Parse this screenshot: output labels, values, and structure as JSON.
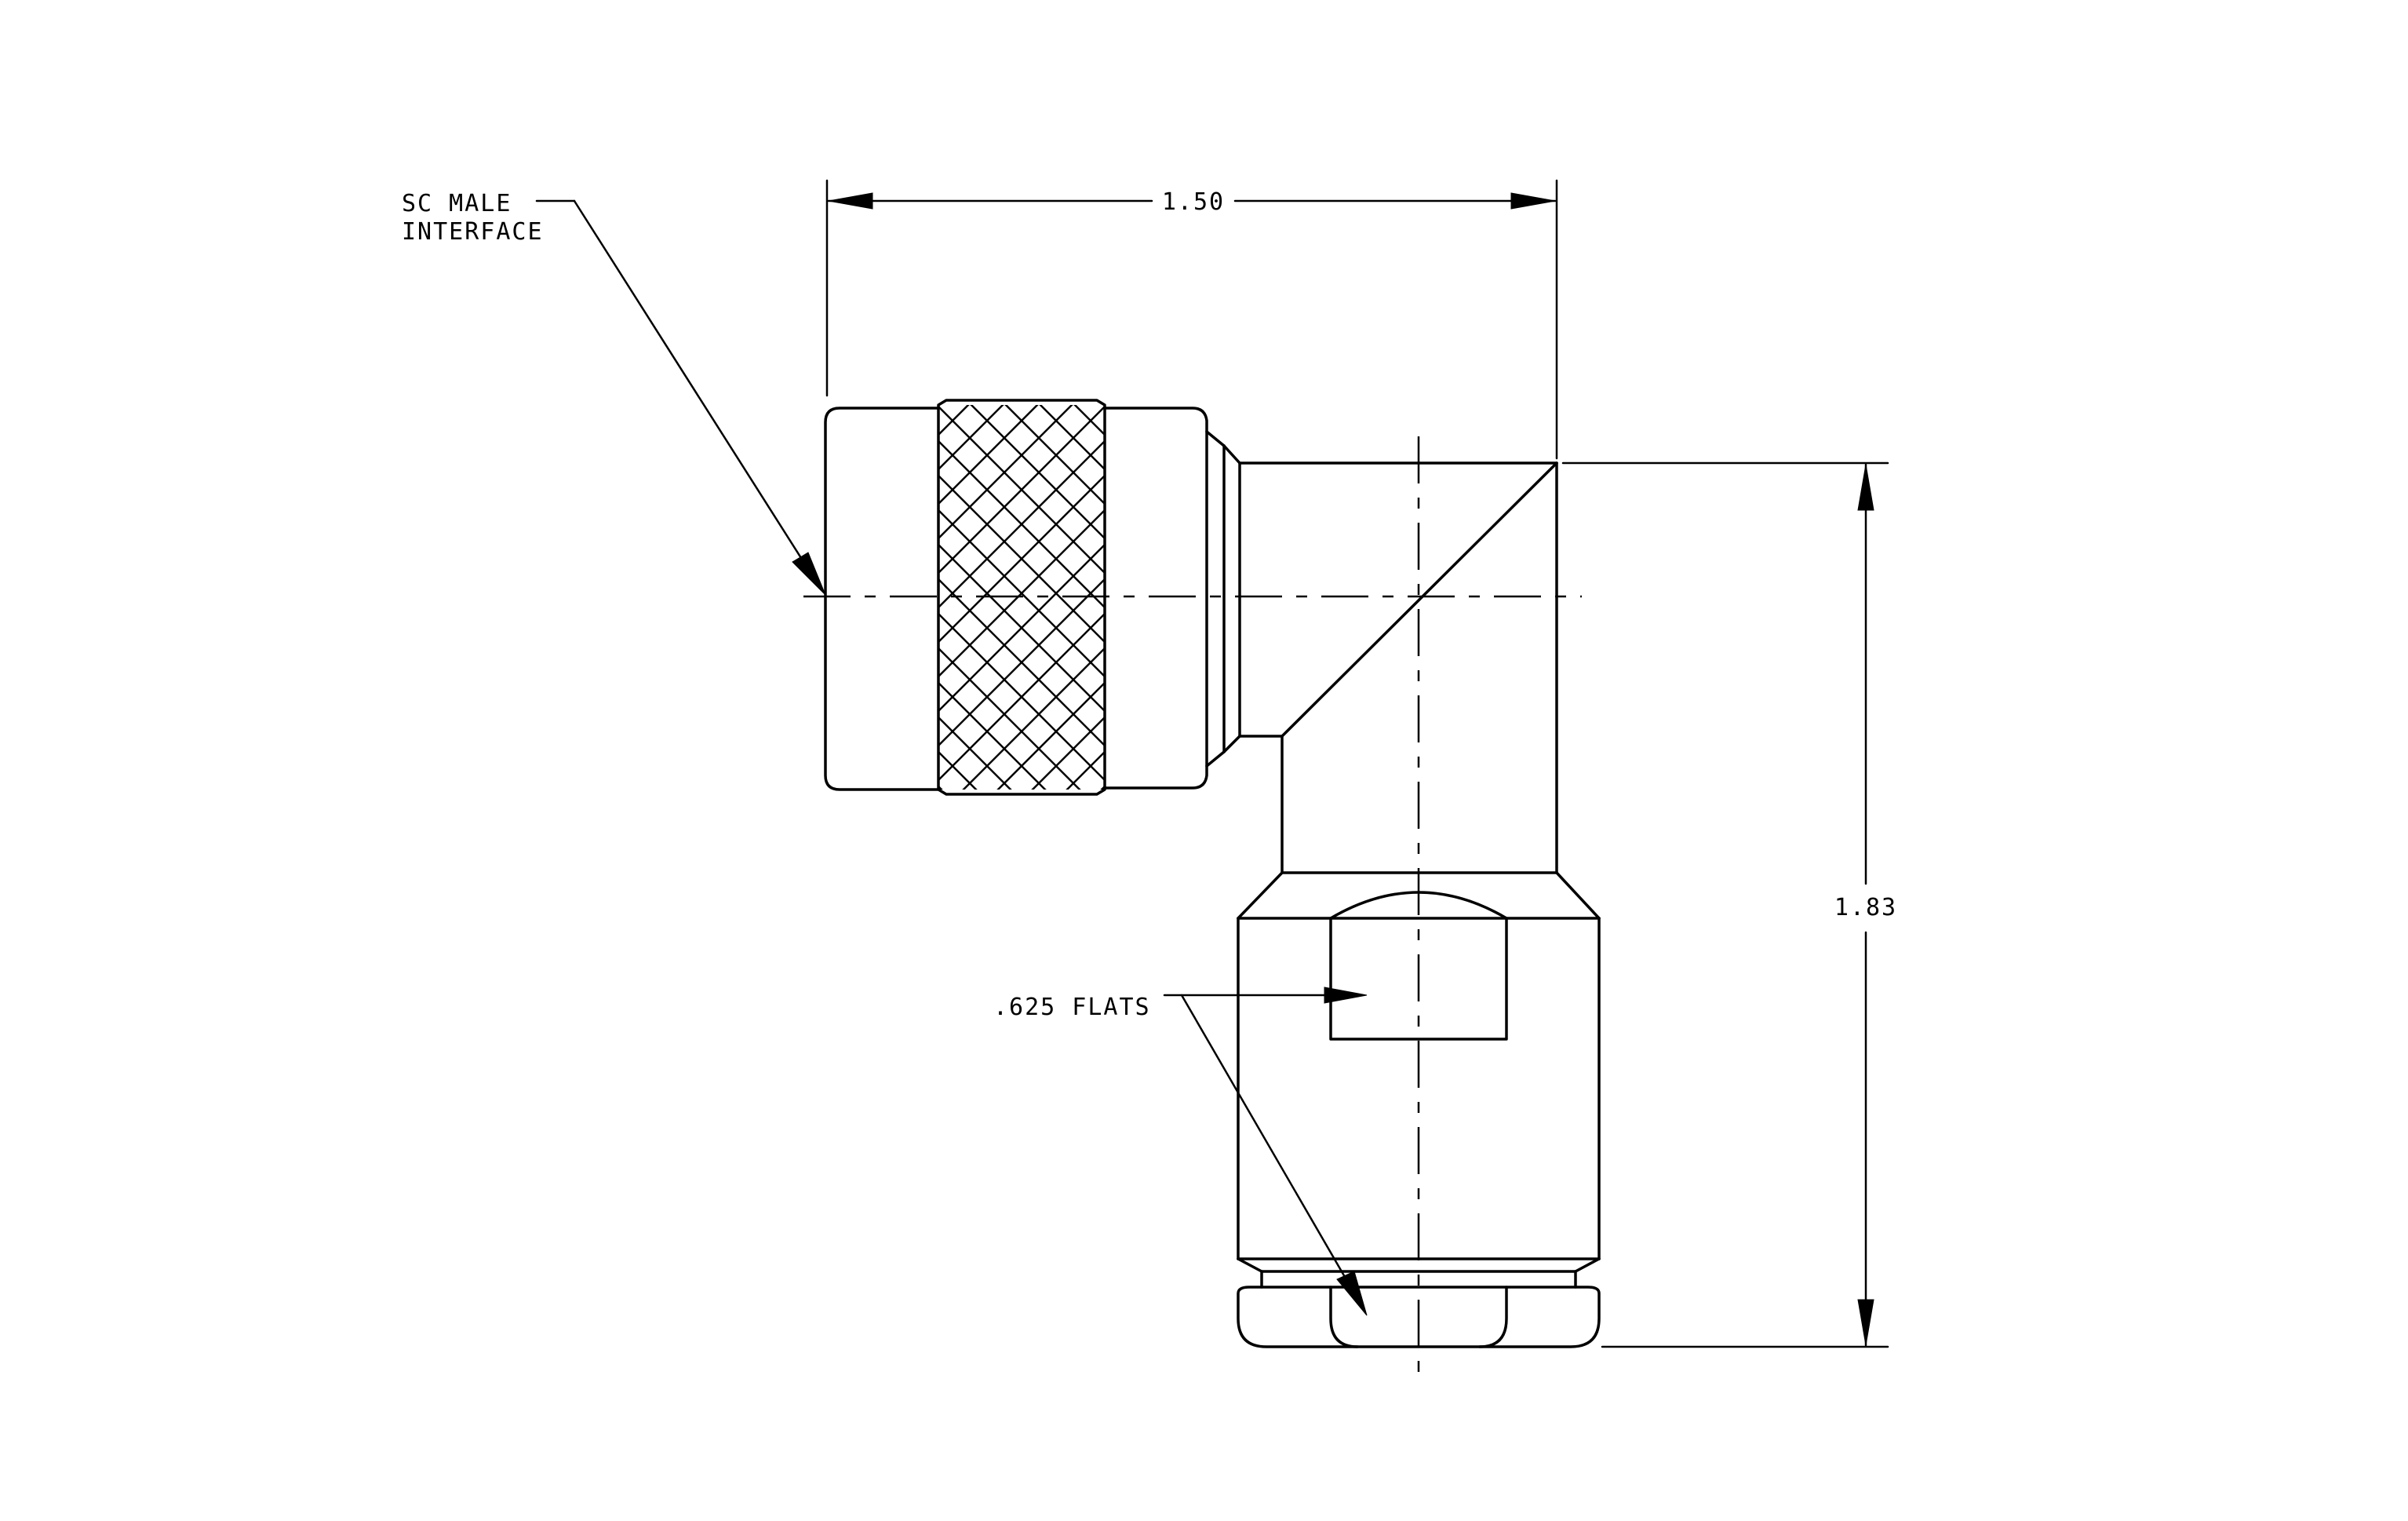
{
  "callouts": {
    "interface_line1": "SC MALE",
    "interface_line2": "INTERFACE",
    "flats": ".625 FLATS"
  },
  "dimensions": {
    "width": "1.50",
    "height": "1.83"
  },
  "colors": {
    "line": "#000000",
    "background": "#ffffff"
  }
}
